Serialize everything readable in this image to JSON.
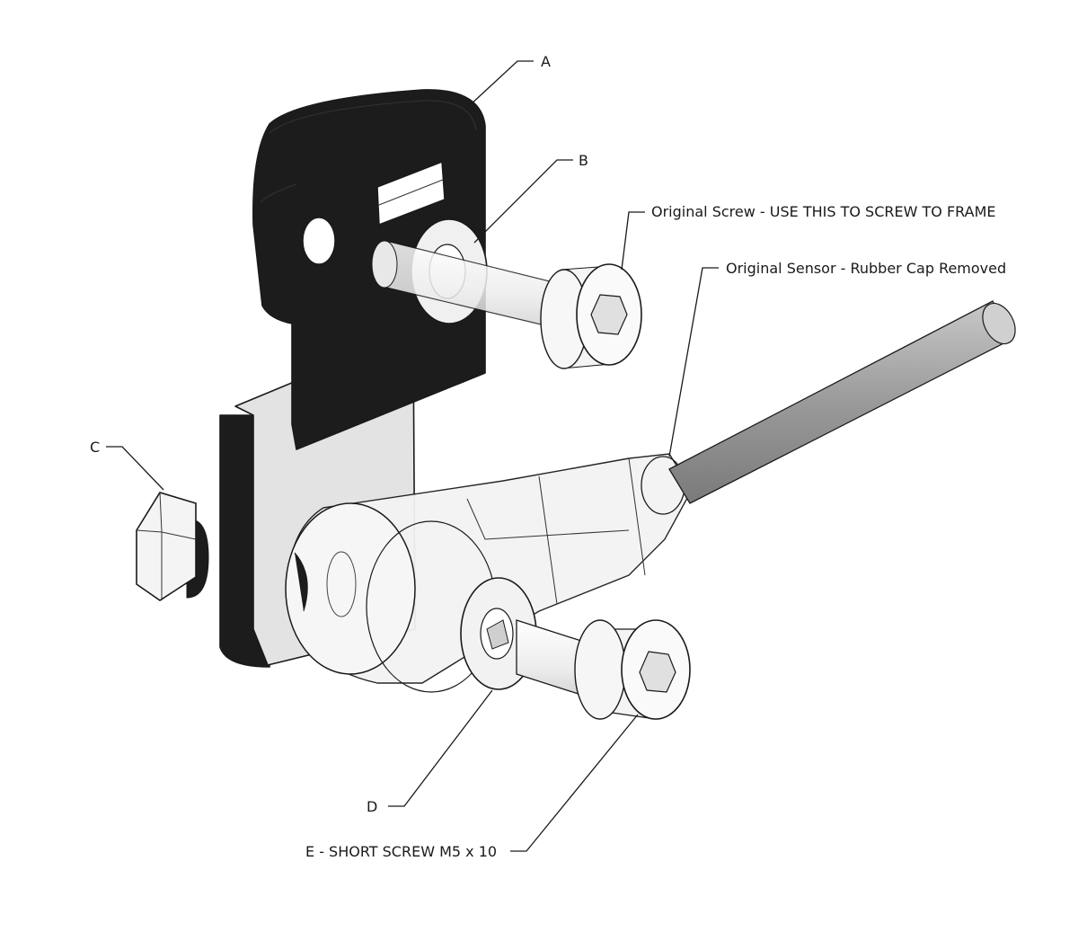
{
  "callouts": {
    "a": "A",
    "b": "B",
    "c": "C",
    "d": "D",
    "e": "E - SHORT SCREW M5 x 10",
    "original_screw": "Original Screw - USE THIS TO SCREW TO FRAME",
    "original_sensor": "Original Sensor - Rubber Cap Removed"
  },
  "colors": {
    "bracket": "#1c1c1c",
    "bracket_edge": "#3a3a3a",
    "hardware": "#f2f2f2",
    "plate": "#e6e6e6",
    "rod": "#9a9a9a",
    "line": "#1a1a1a"
  }
}
